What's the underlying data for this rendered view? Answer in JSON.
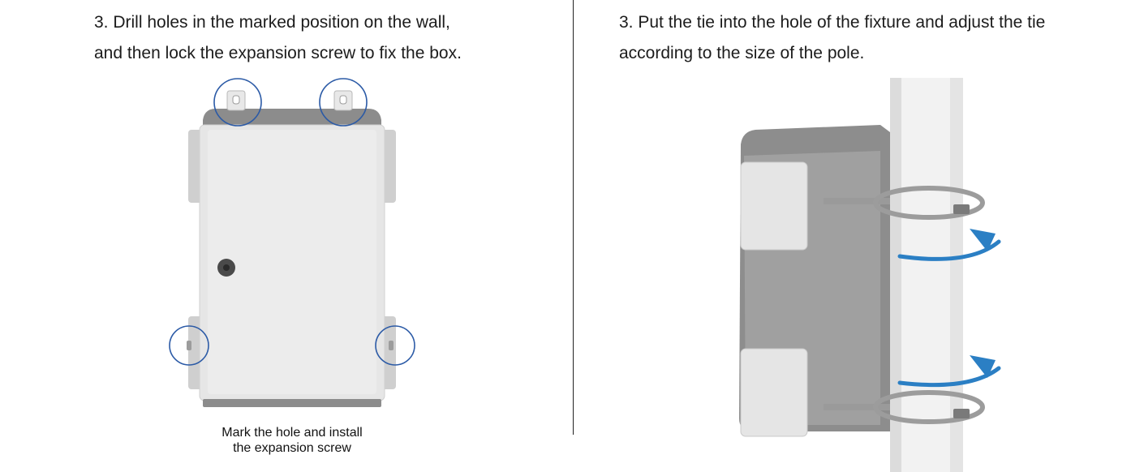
{
  "left_step": {
    "line1": "3. Drill holes in the marked position on the wall,",
    "line2": "and then lock the expansion screw to fix the box."
  },
  "left_caption": {
    "line1": "Mark the hole and install",
    "line2": "the expansion screw"
  },
  "right_step": {
    "line1": "3.  Put the tie into the hole of the fixture and adjust the tie",
    "line2": "according to the size of the pole."
  },
  "colors": {
    "marker_circle": "#2b5aa6",
    "rotation_arrow": "#2b7fc4",
    "box_body": "#e6e6e6",
    "box_frame": "#8c8c8c"
  },
  "icons": [
    "box-front-illustration",
    "pole-mount-illustration",
    "rotation-arrow-icon"
  ]
}
